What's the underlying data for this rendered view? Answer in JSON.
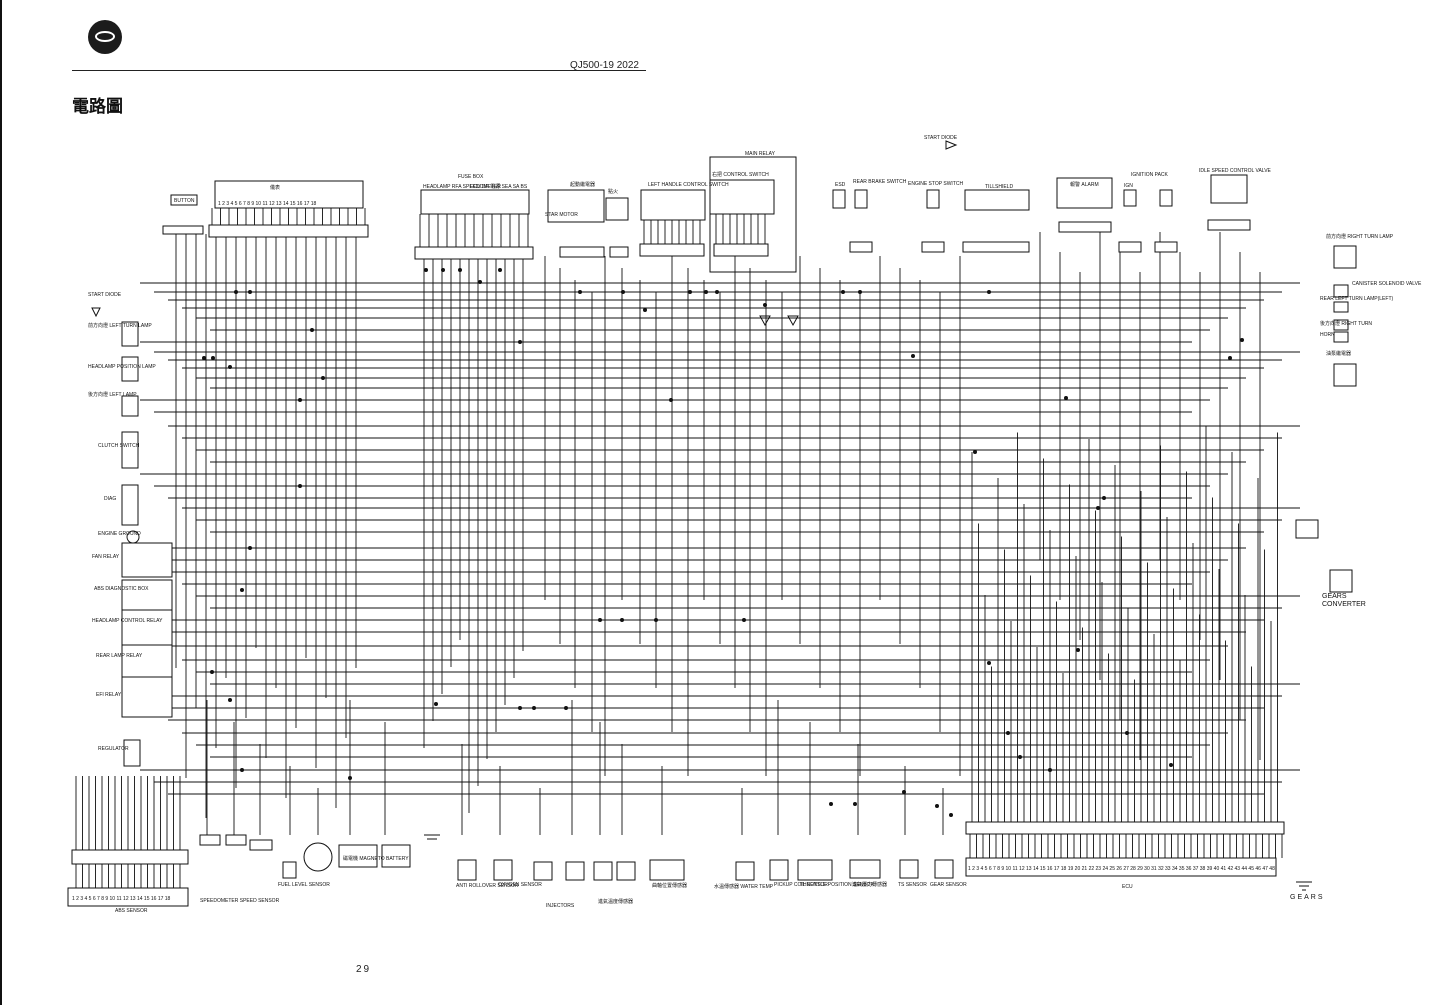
{
  "header": {
    "model": "QJ500-19    2022",
    "title": "電路圖",
    "page_number": "29"
  },
  "labels": {
    "button": "BUTTON",
    "instrument": "儀表",
    "meter_pins": "1 2 3 4 5 6 7 8 9 10 11 12 13 14 15 16 17 18",
    "fuse_box": "FUSE BOX",
    "fuse_left": "HEADLAMP RFA SPEEDOMETER",
    "fuse_right": "ECU DP 電源 SEA SA BS",
    "start_relay": "起動繼電器",
    "start_motor": "STAR MOTOR",
    "ignition": "點火",
    "left_handle": "LEFT HANDLE CONTROL SWITCH",
    "right_handle": "右把 CONTROL SWITCH",
    "main_relay": "MAIN RELAY",
    "start_diode": "START DIODE",
    "start_diode_left": "START DIODE",
    "esd": "ESD",
    "rear_brake": "REAR BRAKE SWITCH",
    "engine_stop": "ENGINE STOP SWITCH",
    "tilt": "TILLSHIELD",
    "alarm": "報警 ALARM",
    "speed_valve": "IDLE SPEED CONTROL VALVE",
    "ignition_coil": "IGN",
    "ignition_pack": "IGNITION PACK",
    "front_turn": "前方向燈 RIGHT TURN LAMP",
    "canister": "CANISTER SOLENOID VALVE",
    "rear_left_lamp": "REAR LEFT TURN LAMP(LEFT)",
    "rear_turn_right": "後方向燈 RIGHT TURN",
    "horn": "HORN",
    "fuel_pump": "油泵繼電器",
    "gears_converter_1": "GEARS",
    "gears_converter_2": "CONVERTER",
    "front_turn_left": "前方向燈 LEFT TURN LAMP",
    "headlamp": "HEADLAMP POSITION LAMP",
    "rear_lamp_left": "後方向燈 LEFT LAMP",
    "clutch": "CLUTCH SWITCH",
    "diag": "DIAG",
    "engine_ground": "ENGINE GROUND",
    "fan_relay": "FAN RELAY",
    "abs_diag": "ABS DIAGNOSTIC BOX",
    "headlamp_relay": "HEADLAMP CONTROL RELAY",
    "rear_lamp_relay": "REAR LAMP RELAY",
    "ecu_relay": "EFI RELAY",
    "regulator": "REGULATOR",
    "abs_sensor": "ABS SENSOR",
    "abs_pins": "1 2 3 4 5 6 7 8 9 10 11 12 13 14 15 16 17 18",
    "speed_sensor": "SPEEDOMETER SPEED SENSOR",
    "fuel_level": "FUEL LEVEL SENSOR",
    "magneto": "磁電機 MAGNETO",
    "battery": "BATTERY",
    "antiroll": "ANTI ROLLOVER SENSOR",
    "oxygen": "OXYGEN SENSOR",
    "injectors": "INJECTORS",
    "ecu_sensor": "進氣溫度傳感器",
    "water_temp": "水溫傳感器 WATER TEMP",
    "crank_sensor": "曲軸位置傳感器",
    "pickup": "PICKUP COIL SENSOR",
    "throttle": "THROTTLE POSITION SENSOR",
    "map_sensor": "進氣壓力傳感器",
    "ts": "TS SENSOR",
    "gear_sensor": "GEAR SENSOR",
    "ecu_pins": "1 2 3 4 5 6 7 8 9 10 11 12 13 14 15 16 17 18 19 20 21 22 23 24 25 26 27 28 29 30 31 32 33 34 35 36 37 38 39 40 41 42 43 44 45 46 47 48",
    "ecu": "ECU",
    "gears_ground": "GEARS"
  }
}
